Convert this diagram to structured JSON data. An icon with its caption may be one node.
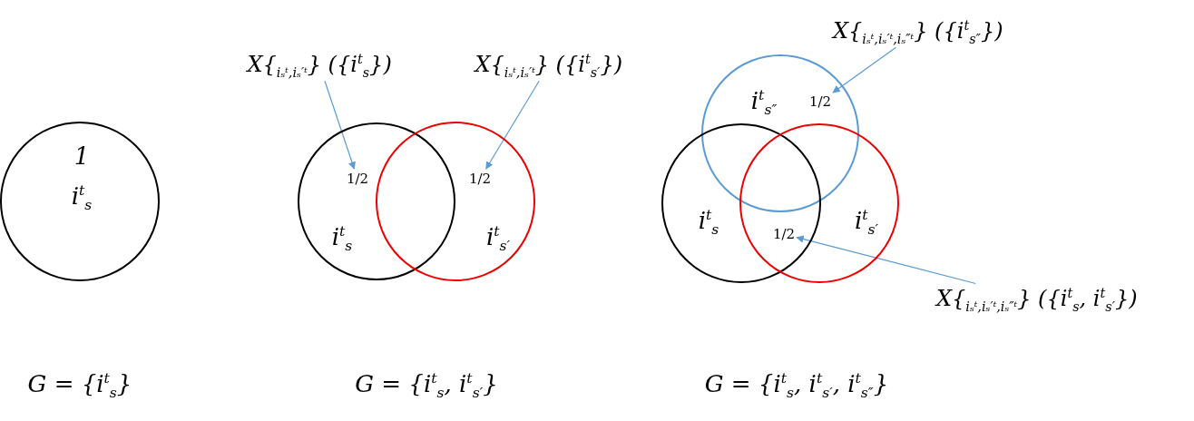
{
  "diagram": {
    "nodes": [
      {
        "text": [
          "1",
          "i$^{t}$$_{s}$"
        ]
      },
      {
        "text": [
          "X{$_{iₛᵗ,iₛ′ᵗ}$} ({i$^{t}$$_{s}$})"
        ]
      },
      {
        "text": [
          "X{$_{iₛᵗ,iₛ′ᵗ}$} ({i$^{t}$$_{s′}$})"
        ]
      },
      {
        "text": [
          "i$^{t}$$_{s}$"
        ]
      },
      {
        "text": [
          "1/2"
        ],
        "in": 3
      },
      {
        "text": [
          "i$^{t}$$_{s′}$"
        ]
      },
      {
        "text": [
          "1/2"
        ],
        "in": 5
      },
      {
        "text": [
          "X{$_{iₛᵗ,iₛ′ᵗ,iₛ″ᵗ}$} ({i$^{t}$$_{s″}$})"
        ]
      },
      {
        "text": [
          "i$^{t}$$_{s″}$"
        ]
      },
      {
        "text": [
          "1/2"
        ],
        "in": 8
      },
      {
        "text": [
          "i$^{t}$$_{s}$"
        ]
      },
      {
        "text": [
          "i$^{t}$$_{s′}$"
        ]
      },
      {
        "text": [
          "1/2"
        ]
      },
      {
        "text": [
          "X{$_{iₛᵗ,iₛ′ᵗ,iₛ″ᵗ}$} ({i$^{t}$$_{s}$, i$^{t}$$_{s′}$})"
        ]
      }
    ],
    "edges": [
      {
        "from": 1,
        "to": 4,
        "arrow": "to"
      },
      {
        "from": 2,
        "to": 6,
        "arrow": "to"
      },
      {
        "from": 7,
        "to": 9,
        "arrow": "to"
      },
      {
        "from": 13,
        "to": 12,
        "arrow": "to"
      }
    ],
    "labels": [
      "G = {i$^{t}$$_{s}$}",
      "G = {i$^{t}$$_{s}$, i$^{t}$$_{s′}$}",
      "G = {i$^{t}$$_{s}$, i$^{t}$$_{s′}$, i$^{t}$$_{s″}$}"
    ]
  }
}
